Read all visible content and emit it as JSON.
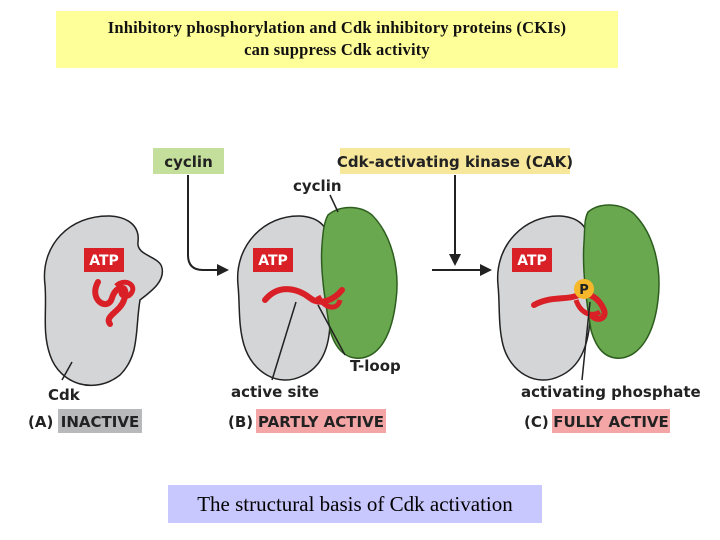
{
  "title": {
    "line1": "Inhibitory phosphorylation and Cdk inhibitory proteins (CKIs)",
    "line2": "can suppress Cdk activity"
  },
  "diagram": {
    "cyclin_box": "cyclin",
    "cak_box": "Cdk-activating kinase (CAK)",
    "atp": "ATP",
    "phosphate": "P",
    "label_cyclin": "cyclin",
    "label_cdk": "Cdk",
    "label_tloop": "T-loop",
    "label_active_site": "active site",
    "label_activating_phosphate": "activating phosphate",
    "panel_a": {
      "letter": "(A)",
      "state": "INACTIVE"
    },
    "panel_b": {
      "letter": "(B)",
      "state": "PARTLY ACTIVE"
    },
    "panel_c": {
      "letter": "(C)",
      "state": "FULLY ACTIVE"
    },
    "colors": {
      "cdk": "#d4d5d6",
      "cyclin": "#6aa84f",
      "atp": "#d92027",
      "tloop": "#d92027",
      "phosphate": "#f6b82a",
      "cyclin_box": "#c4df9b",
      "cak_box": "#f6e79a",
      "inactive_box": "#b7b9bb",
      "active_box": "#f4a6a6"
    }
  },
  "caption": "The structural basis of Cdk activation"
}
